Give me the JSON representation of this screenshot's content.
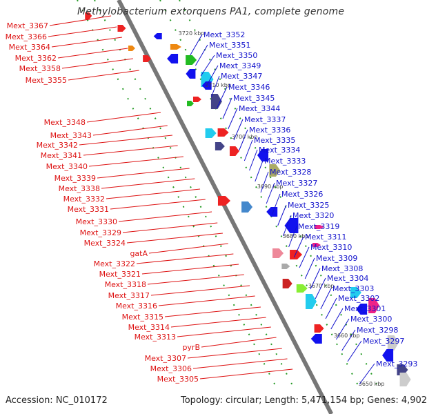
{
  "title": "Methylobacterium extorquens PA1, complete genome",
  "accession": "Accession: NC_010172",
  "summary": "Topology: circular; Length: 5,471,154 bp; Genes: 4,902",
  "left_genes": [
    "Mext_3367",
    "Mext_3366",
    "Mext_3364",
    "Mext_3362",
    "Mext_3358",
    "Mext_3355",
    "Mext_3348",
    "Mext_3343",
    "Mext_3342",
    "Mext_3341",
    "Mext_3340",
    "Mext_3339",
    "Mext_3338",
    "Mext_3332",
    "Mext_3331",
    "Mext_3330",
    "Mext_3329",
    "Mext_3324",
    "gatA",
    "Mext_3322",
    "Mext_3321",
    "Mext_3318",
    "Mext_3317",
    "Mext_3316",
    "Mext_3315",
    "Mext_3314",
    "Mext_3313",
    "pyrB",
    "Mext_3307",
    "Mext_3306",
    "Mext_3305"
  ],
  "right_genes": [
    "Mext_3352",
    "Mext_3351",
    "Mext_3350",
    "Mext_3349",
    "Mext_3347",
    "Mext_3346",
    "Mext_3345",
    "Mext_3344",
    "Mext_3337",
    "Mext_3336",
    "Mext_3335",
    "Mext_3334",
    "Mext_3333",
    "Mext_3328",
    "Mext_3327",
    "Mext_3326",
    "Mext_3325",
    "Mext_3320",
    "Mext_3319",
    "Mext_3311",
    "Mext_3310",
    "Mext_3309",
    "Mext_3308",
    "Mext_3304",
    "Mext_3303",
    "Mext_3302",
    "Mext_3301",
    "Mext_3300",
    "Mext_3298",
    "Mext_3297",
    "Mext_3293"
  ],
  "kbp_ticks": [
    "3720 kbp",
    "3710 kbp",
    "3700 kbp",
    "3690 kbp",
    "3680 kbp",
    "3670 kbp",
    "3660 kbp",
    "3650 kbp"
  ],
  "colors": {
    "left_label": "#dd1111",
    "right_label": "#1111cc",
    "axis": "#777777",
    "dots": "#229922"
  }
}
